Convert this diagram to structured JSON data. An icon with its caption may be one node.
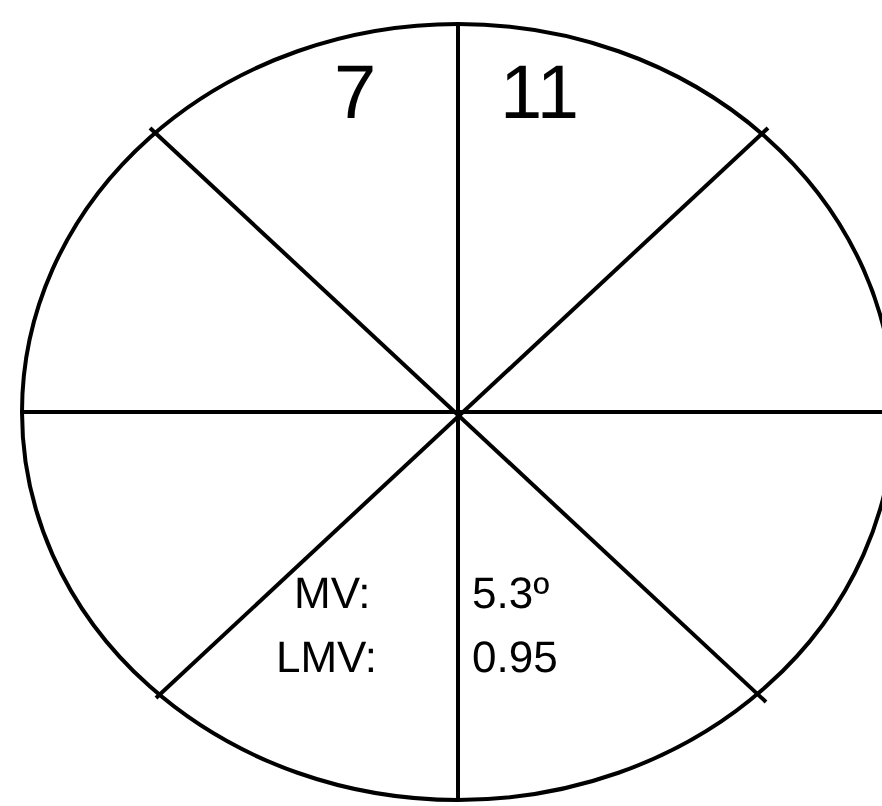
{
  "diagram": {
    "labels": [
      "7",
      "11",
      "MV:",
      "5.3º",
      "LMV:",
      "0.95"
    ]
  }
}
